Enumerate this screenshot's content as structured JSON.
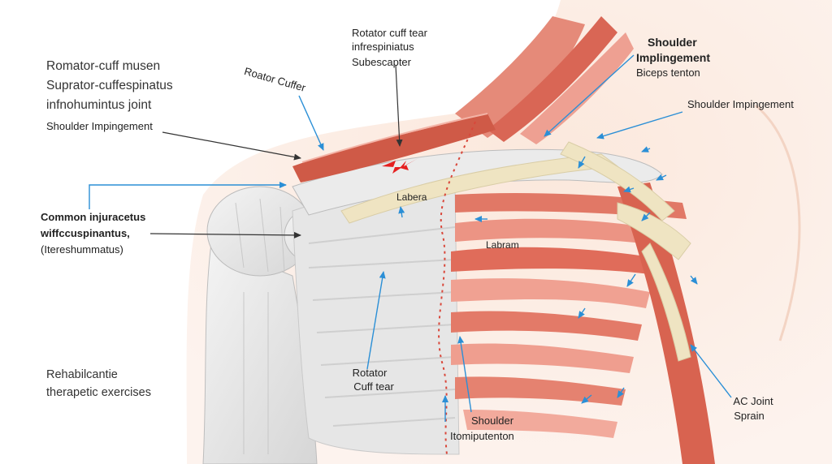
{
  "labels": {
    "left_title_1": "Romator-cuff musen",
    "left_title_2": "Suprator-cuffespinatus",
    "left_title_3": "infnohumintus joint",
    "shoulder_impingement_left": "Shoulder Impingement",
    "roator_cuffer": "Roator Cuffer",
    "top_1": "Rotator cuff tear",
    "top_2": "infrespiniatus",
    "top_3": "Subescapter",
    "right_title_1": "Shoulder",
    "right_title_2": "Implingement",
    "right_title_3": "Biceps tenton",
    "shoulder_impingement_right": "Shoulder Impingement",
    "common_1": "Common injuracetus",
    "common_2": "wiffccuspinantus,",
    "common_3": "(Itereshummatus)",
    "labera": "Labera",
    "labram": "Labram",
    "rotator_1": "Rotator",
    "rotator_2": "Cuff tear",
    "rehab_1": "Rehabilcantie",
    "rehab_2": "therapetic exercises",
    "shoulder_bottom_1": "Shoulder",
    "shoulder_bottom_2": "Itomiputenton",
    "ac_1": "AC Joint",
    "ac_2": "Sprain"
  },
  "colors": {
    "arrow": "#2b8fd6",
    "muscle": "#e07a6a",
    "tendon": "#efe5c4",
    "bone": "#e9e9e9",
    "skin": "#f9e3d6"
  }
}
